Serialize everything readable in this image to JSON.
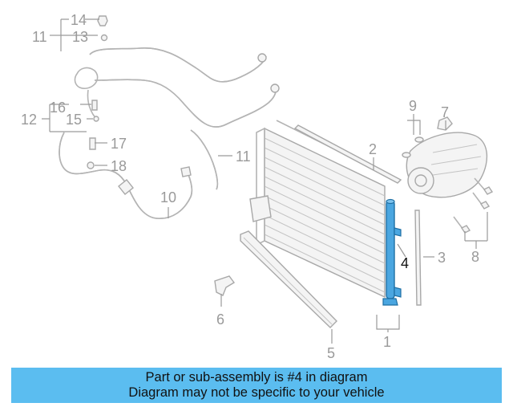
{
  "diagram": {
    "labels": {
      "l1": "1",
      "l2": "2",
      "l3": "3",
      "l4": "4",
      "l5": "5",
      "l6": "6",
      "l7": "7",
      "l8": "8",
      "l9": "9",
      "l10": "10",
      "l11a": "11",
      "l11b": "11",
      "l12": "12",
      "l13": "13",
      "l14": "14",
      "l15": "15",
      "l16": "16",
      "l17": "17",
      "l18": "18"
    },
    "highlight_color": "#4aa6e0",
    "line_color": "#b4b4b4"
  },
  "banner": {
    "line1": "Part or sub-assembly is #4 in diagram",
    "line2": "Diagram may not be specific to your vehicle",
    "color": "#5bbdf0"
  }
}
